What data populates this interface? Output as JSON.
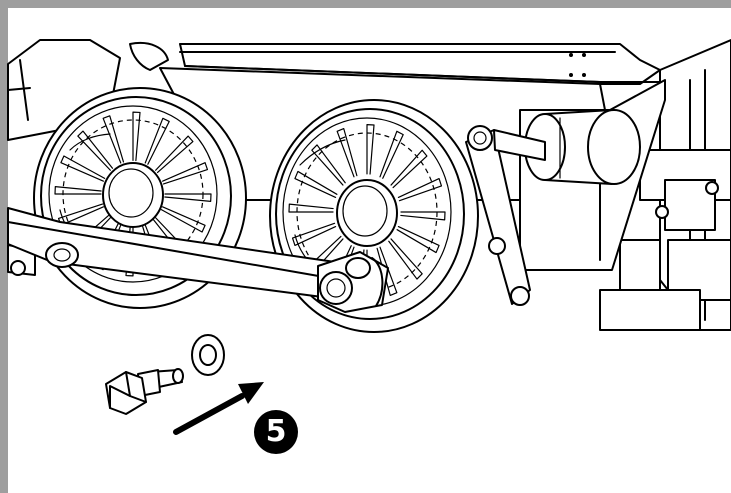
{
  "figure": {
    "step_number": "5"
  },
  "colors": {
    "line": "#000000",
    "background": "#ffffff",
    "frame": "#9e9e9e",
    "badge_fill": "#000000",
    "badge_text": "#ffffff"
  },
  "parts": [
    "locomotive-chassis",
    "driving-wheel-rear",
    "driving-wheel-front",
    "coupling-rod",
    "crank-pin-screw",
    "washer",
    "insertion-arrow"
  ]
}
